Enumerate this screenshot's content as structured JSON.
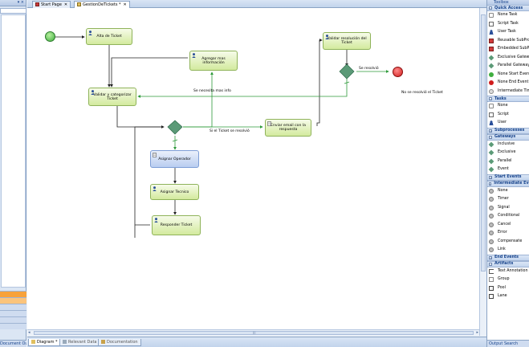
{
  "left_pane": {
    "close_glyphs": "▾ × ",
    "bottom_tab": "Document Outliner"
  },
  "tabs": [
    {
      "label": "Start Page",
      "close": "✕"
    },
    {
      "label": "GestionDeTickets *",
      "close": "✕"
    }
  ],
  "diagram": {
    "tasks": {
      "alta": "Alta de Ticket",
      "agregar": "Agregar mas información",
      "validar_cat": "Validar y categorizar Ticket",
      "enviar": "Enviar email con la respuesta",
      "validar_res": "Validar resolución del Ticket",
      "asignar_op": "Asignar Operador",
      "asignar_tec": "Asignar Tecnico",
      "responder": "Responder Ticket"
    },
    "labels": {
      "se_resolvio": "Se resolvió",
      "no_resolvio": "No se resolvió el Ticket",
      "necesita_info": "Se necesita mas info",
      "si_resolvio": "Si el Ticket se resolvió"
    }
  },
  "scroll": {
    "left_arrow": "◂",
    "right_arrow": "▸",
    "grip": "III"
  },
  "bottom_tabs": [
    "Diagram *",
    "Relevant Data",
    "Documentation"
  ],
  "toolbox": {
    "title": "Toolbox",
    "bottom_tabs": "Output  Search",
    "sections": [
      {
        "title": "Quick Access",
        "items": [
          {
            "label": "None Task",
            "icon": "task-icon"
          },
          {
            "label": "Script Task",
            "icon": "script-icon"
          },
          {
            "label": "User Task",
            "icon": "user-icon"
          },
          {
            "label": "Reusable SubProcess",
            "icon": "subprocess-icon"
          },
          {
            "label": "Embedded SubProcess",
            "icon": "subprocess-icon"
          },
          {
            "label": "Exclusive Gateway",
            "icon": "gateway-icon"
          },
          {
            "label": "Parallel Gateway",
            "icon": "gateway-icon"
          },
          {
            "label": "None Start Event",
            "icon": "start-event-icon"
          },
          {
            "label": "None End Event",
            "icon": "end-event-icon"
          },
          {
            "label": "Intermediate Timer",
            "icon": "timer-icon"
          }
        ]
      },
      {
        "title": "Tasks",
        "items": [
          {
            "label": "None",
            "icon": "task-icon"
          },
          {
            "label": "Script",
            "icon": "script-icon"
          },
          {
            "label": "User",
            "icon": "user-icon"
          }
        ]
      },
      {
        "title": "Subprocesses",
        "items": []
      },
      {
        "title": "Gateways",
        "items": [
          {
            "label": "Inclusive",
            "icon": "gateway-icon"
          },
          {
            "label": "Exclusive",
            "icon": "gateway-icon"
          },
          {
            "label": "Parallel",
            "icon": "gateway-icon"
          },
          {
            "label": "Event",
            "icon": "gateway-icon"
          }
        ]
      },
      {
        "title": "Start Events",
        "items": []
      },
      {
        "title": "Intermediate Events",
        "items": [
          {
            "label": "None",
            "icon": "event-icon"
          },
          {
            "label": "Timer",
            "icon": "event-icon"
          },
          {
            "label": "Signal",
            "icon": "event-icon"
          },
          {
            "label": "Conditional",
            "icon": "event-icon"
          },
          {
            "label": "Cancel",
            "icon": "event-icon"
          },
          {
            "label": "Error",
            "icon": "event-icon"
          },
          {
            "label": "Compensate",
            "icon": "event-icon"
          },
          {
            "label": "Link",
            "icon": "event-icon"
          }
        ]
      },
      {
        "title": "End Events",
        "items": []
      },
      {
        "title": "Artifacts",
        "items": [
          {
            "label": "Text Annotation",
            "icon": "annotation-icon"
          },
          {
            "label": "Group",
            "icon": "group-icon"
          },
          {
            "label": "Pool",
            "icon": "pool-icon"
          },
          {
            "label": "Lane",
            "icon": "lane-icon"
          }
        ]
      }
    ]
  }
}
